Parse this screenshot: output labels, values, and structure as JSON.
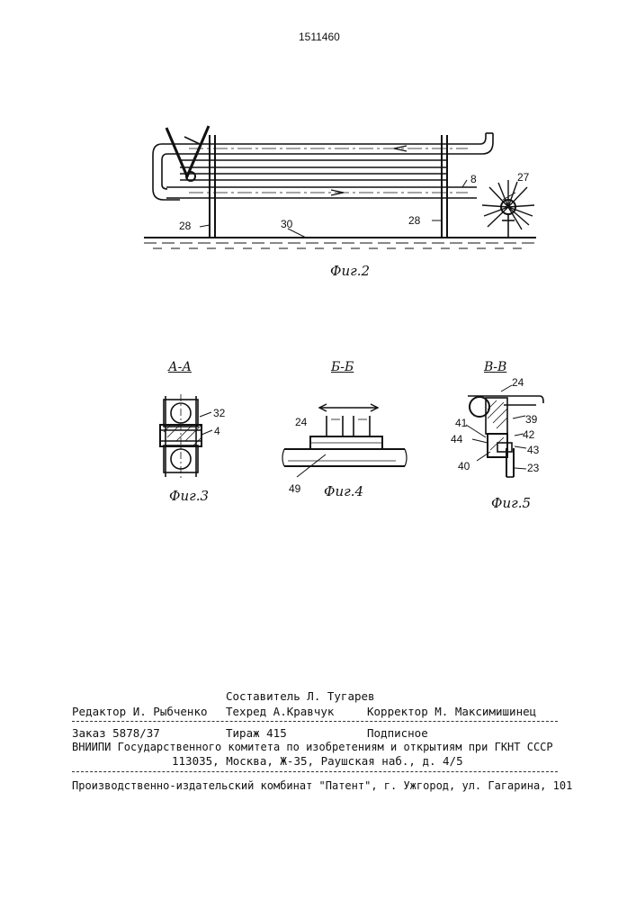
{
  "patent_number": "1511460",
  "fig2": {
    "caption": "Фиг.2",
    "labels": {
      "l8": "8",
      "l27": "27",
      "l28a": "28",
      "l30": "30",
      "l28b": "28"
    }
  },
  "fig3": {
    "section": "А-А",
    "caption": "Фиг.3",
    "labels": {
      "l32": "32",
      "l4": "4"
    }
  },
  "fig4": {
    "section": "Б-Б",
    "caption": "Фиг.4",
    "labels": {
      "l24": "24",
      "l49": "49"
    }
  },
  "fig5": {
    "section": "В-В",
    "caption": "Фиг.5",
    "labels": {
      "l24": "24",
      "l41": "41",
      "l39": "39",
      "l44": "44",
      "l42": "42",
      "l43": "43",
      "l40": "40",
      "l23": "23"
    }
  },
  "footer": {
    "compiler": "Составитель Л. Тугарев",
    "editor": "Редактор И. Рыбченко",
    "techred": "Техред А.Кравчук",
    "corrector": "Корректор М. Максимишинец",
    "order": "Заказ 5878/37",
    "circulation": "Тираж 415",
    "subscription": "Подписное",
    "org_line1": "ВНИИПИ Государственного комитета по изобретениям и открытиям при ГКНТ СССР",
    "org_line2": "113035, Москва, Ж-35, Раушская наб., д. 4/5",
    "publisher": "Производственно-издательский комбинат \"Патент\", г. Ужгород, ул. Гагарина, 101"
  }
}
